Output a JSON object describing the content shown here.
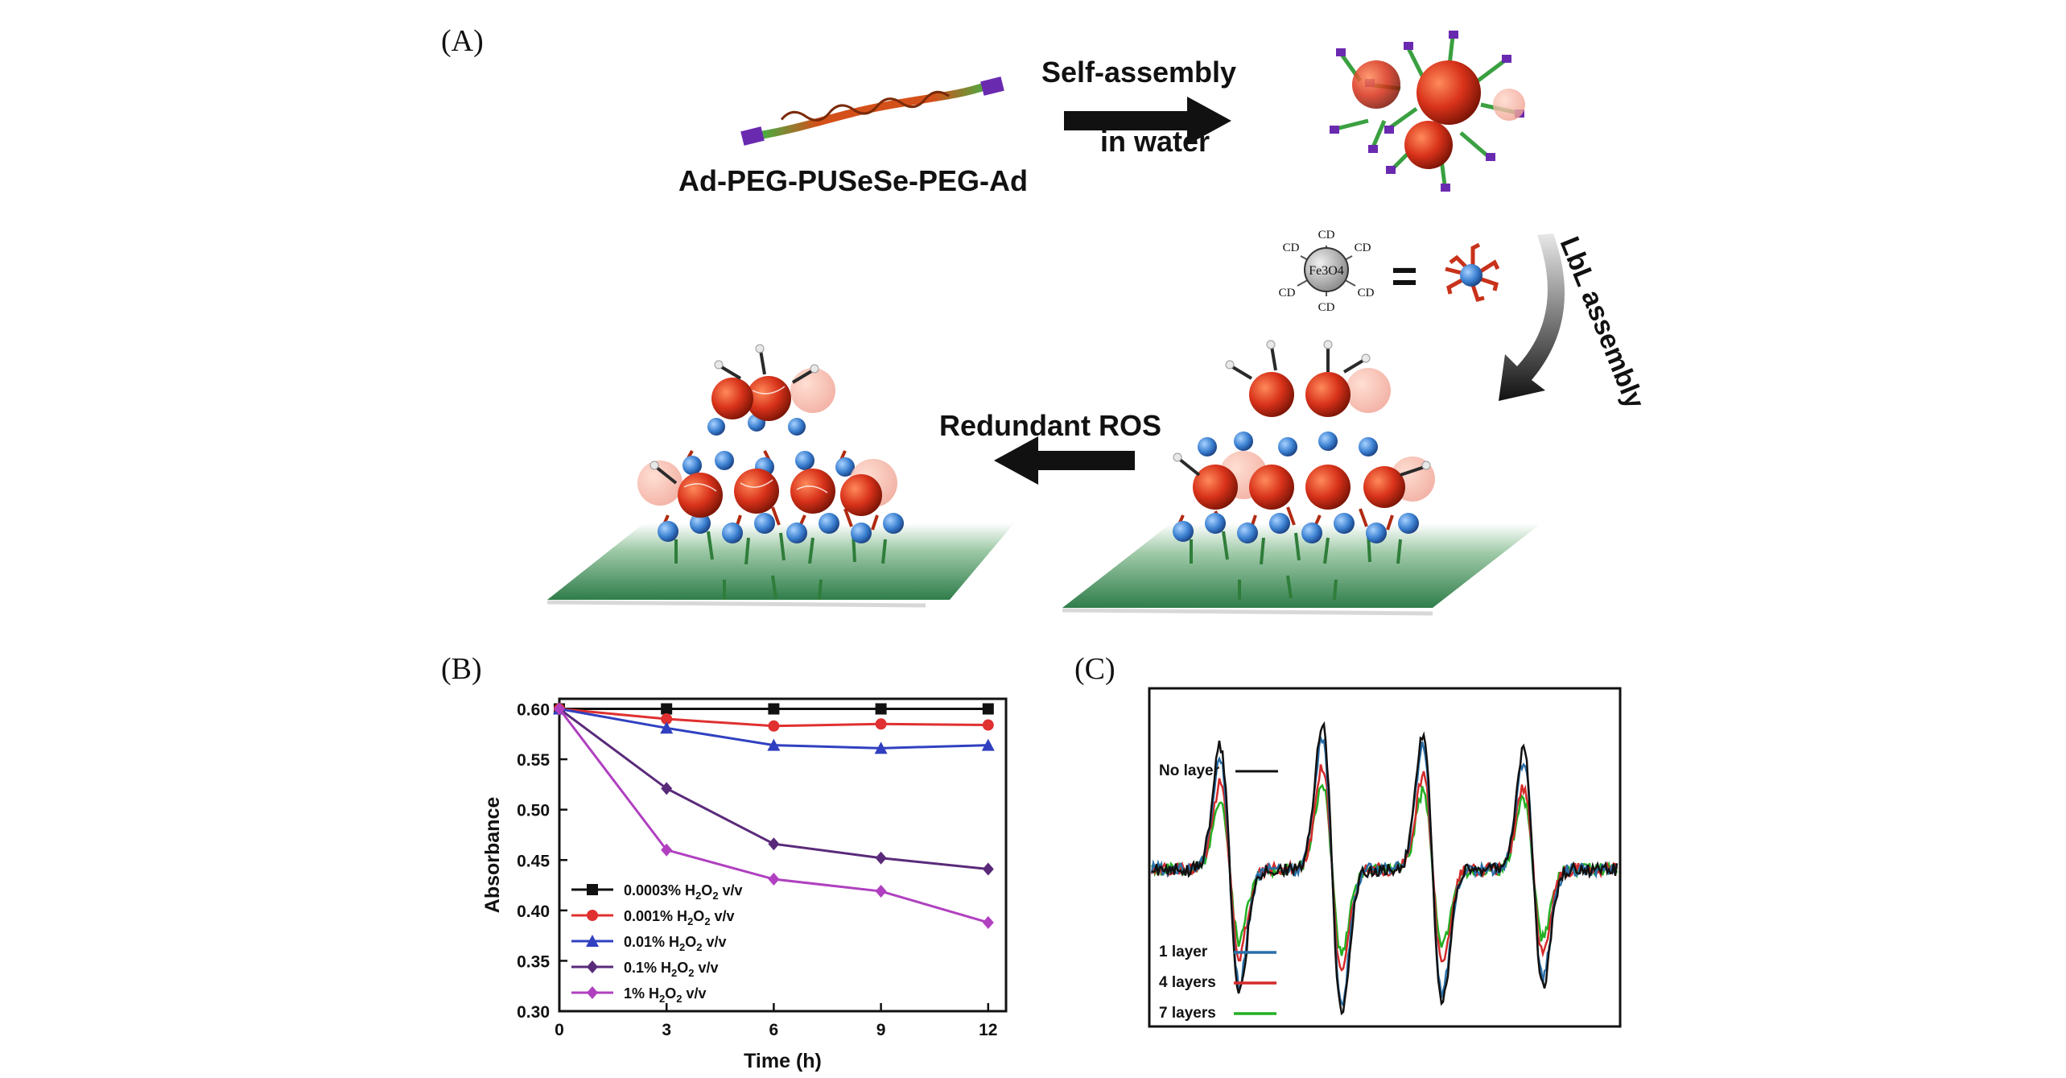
{
  "panel_labels": {
    "a": "(A)",
    "b": "(B)",
    "c": "(C)"
  },
  "scheme": {
    "polymer_label": "Ad-PEG-PUSeSe-PEG-Ad",
    "arrow1_line1": "Self-assembly",
    "arrow1_line2": "in water",
    "cd_label": "CD",
    "core_label": "Fe3O4",
    "equals": "=",
    "lbl_label": "LbL assembly",
    "ros_label": "Redundant ROS"
  },
  "colors": {
    "black": "#111111",
    "red": "#e03030",
    "blue": "#3040c0",
    "purple": "#5a2a7a",
    "magenta": "#b040c0",
    "c_blue": "#2a6fa8",
    "c_red": "#d42a2a",
    "c_green": "#22b022",
    "substrate": "#2f7d4a",
    "nanoparticle_red": "#c82a10",
    "nanoparticle_blue": "#3a7fd0"
  },
  "chart_data": [
    {
      "type": "line",
      "panel": "B",
      "xlabel": "Time (h)",
      "ylabel": "Absorbance",
      "x": [
        0,
        3,
        6,
        9,
        12
      ],
      "xticks": [
        "0",
        "3",
        "6",
        "9",
        "12"
      ],
      "yticks": [
        "0.30",
        "0.35",
        "0.40",
        "0.45",
        "0.50",
        "0.55",
        "0.60"
      ],
      "xlim": [
        0,
        12.5
      ],
      "ylim": [
        0.3,
        0.61
      ],
      "legend_position": "bottom-left",
      "series": [
        {
          "name": "0.0003% H2O2 v/v",
          "pre": "0.0003% H",
          "mid": "O",
          "post": " v/v",
          "color": "#111111",
          "marker": "square",
          "values": [
            0.6,
            0.6,
            0.6,
            0.6,
            0.6
          ]
        },
        {
          "name": "0.001% H2O2 v/v",
          "pre": "0.001% H",
          "mid": "O",
          "post": " v/v",
          "color": "#e03030",
          "marker": "circle",
          "values": [
            0.6,
            0.59,
            0.583,
            0.585,
            0.584
          ]
        },
        {
          "name": "0.01% H2O2 v/v",
          "pre": "0.01% H",
          "mid": "O",
          "post": " v/v",
          "color": "#3040c0",
          "marker": "triangle",
          "values": [
            0.6,
            0.581,
            0.564,
            0.561,
            0.564
          ]
        },
        {
          "name": "0.1% H2O2 v/v",
          "pre": "0.1% H",
          "mid": "O",
          "post": " v/v",
          "color": "#5a2a7a",
          "marker": "diamond",
          "values": [
            0.6,
            0.521,
            0.466,
            0.452,
            0.441
          ]
        },
        {
          "name": "1% H2O2 v/v",
          "pre": "1% H",
          "mid": "O",
          "post": " v/v",
          "color": "#b040c0",
          "marker": "diamond",
          "values": [
            0.6,
            0.46,
            0.431,
            0.419,
            0.388
          ]
        }
      ]
    },
    {
      "type": "line",
      "panel": "C",
      "legend_entries": [
        {
          "name": "No layer",
          "color": "#111111",
          "amp": 1.0
        },
        {
          "name": "1 layer",
          "color": "#2a6fa8",
          "amp": 0.92
        },
        {
          "name": "4 layers",
          "color": "#d42a2a",
          "amp": 0.7
        },
        {
          "name": "7 layers",
          "color": "#22b022",
          "amp": 0.58
        }
      ],
      "peak_heights": [
        0.85,
        1.0,
        0.93,
        0.82
      ]
    }
  ]
}
